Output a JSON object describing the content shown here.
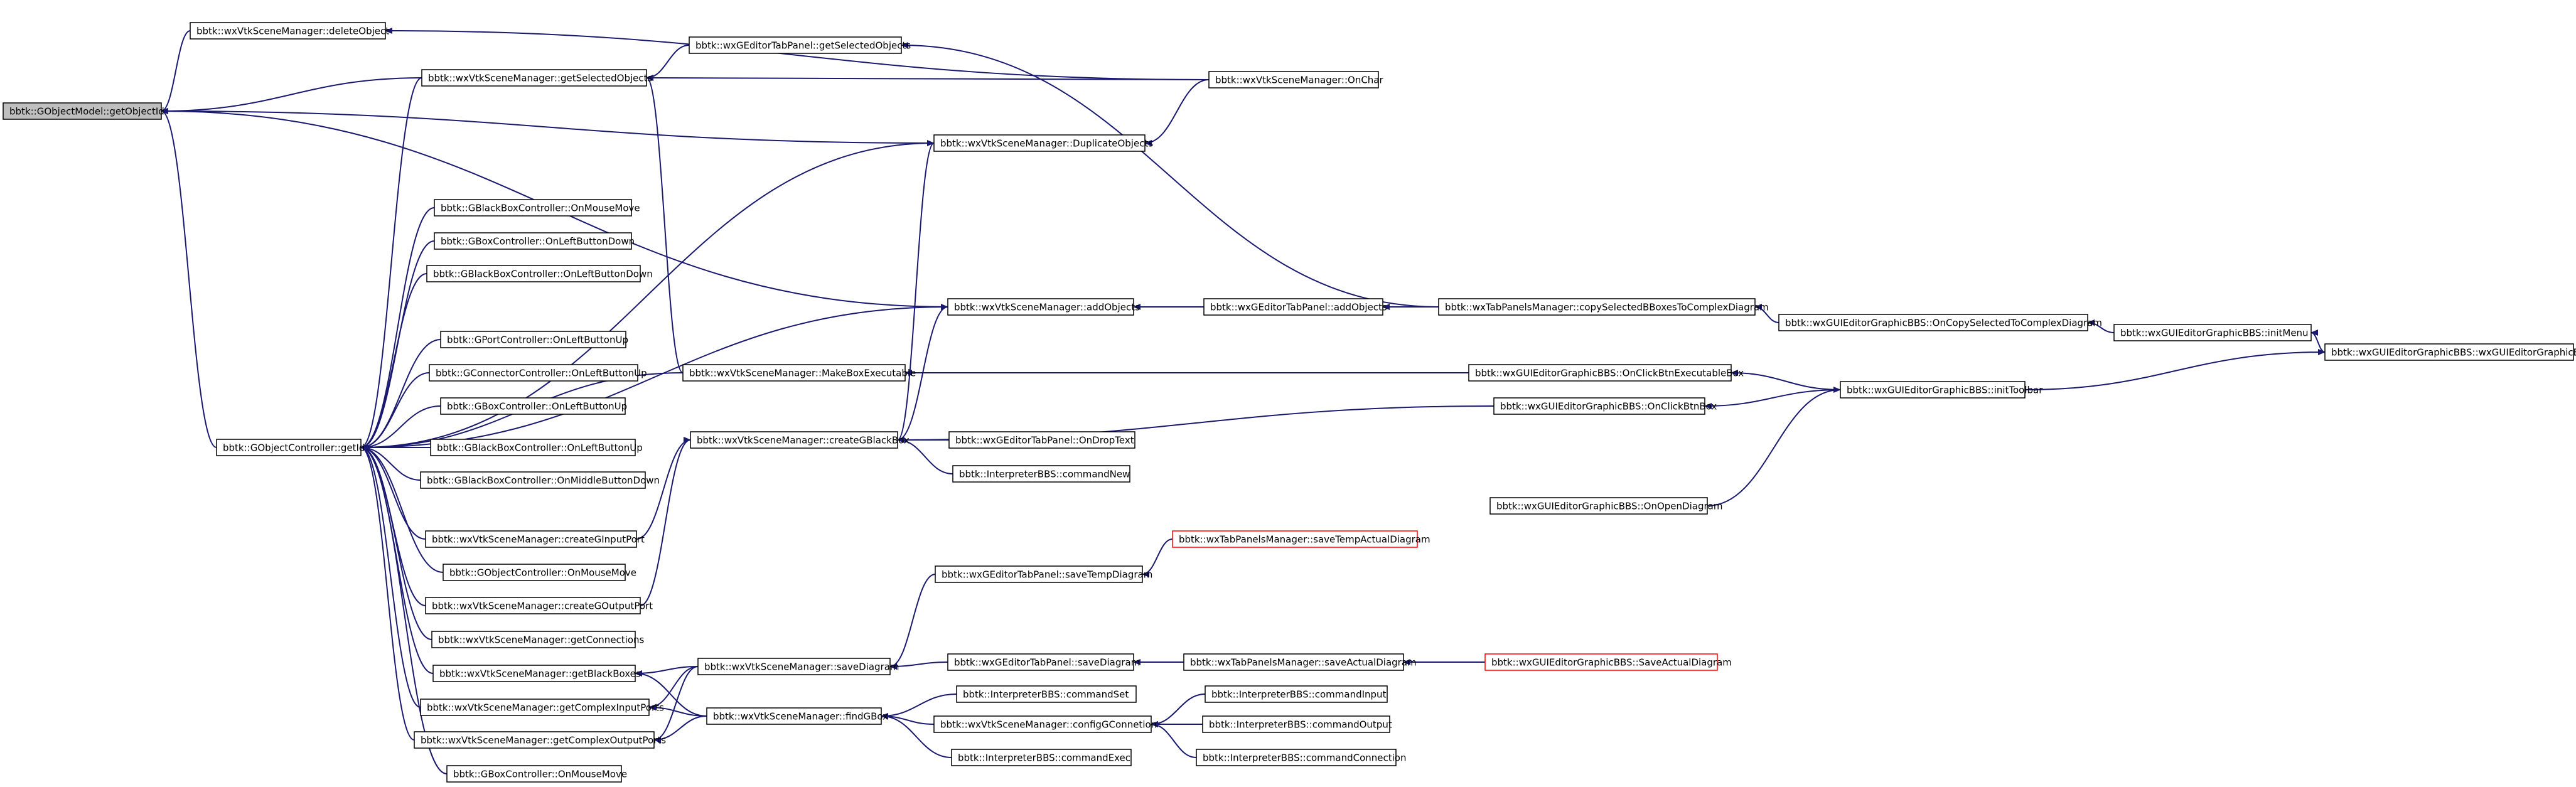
{
  "colors": {
    "edge": "#191970",
    "node_border": "#000000",
    "missing_border": "#ff0000",
    "focus_fill": "#bfbfbf"
  },
  "nodes": [
    {
      "id": "n0",
      "label": "bbtk::GObjectModel::getObjectId",
      "style": "focus"
    },
    {
      "id": "n1",
      "label": "bbtk::wxVtkSceneManager::deleteObject"
    },
    {
      "id": "n2",
      "label": "bbtk::wxVtkSceneManager::getSelectedObjects"
    },
    {
      "id": "n3",
      "label": "bbtk::wxGEditorTabPanel::getSelectedObjects"
    },
    {
      "id": "n4",
      "label": "bbtk::wxVtkSceneManager::OnChar"
    },
    {
      "id": "n5",
      "label": "bbtk::wxVtkSceneManager::DuplicateObjects"
    },
    {
      "id": "n6",
      "label": "bbtk::GBlackBoxController::OnMouseMove"
    },
    {
      "id": "n7",
      "label": "bbtk::GBoxController::OnLeftButtonDown"
    },
    {
      "id": "n8",
      "label": "bbtk::GBlackBoxController::OnLeftButtonDown"
    },
    {
      "id": "n9",
      "label": "bbtk::wxVtkSceneManager::addObjects"
    },
    {
      "id": "n10",
      "label": "bbtk::wxGEditorTabPanel::addObjects"
    },
    {
      "id": "n11",
      "label": "bbtk::wxTabPanelsManager::copySelectedBBoxesToComplexDiagram"
    },
    {
      "id": "n12",
      "label": "bbtk::wxGUIEditorGraphicBBS::OnCopySelectedToComplexDiagram"
    },
    {
      "id": "n13",
      "label": "bbtk::wxGUIEditorGraphicBBS::initMenu"
    },
    {
      "id": "n14",
      "label": "bbtk::wxGUIEditorGraphicBBS::wxGUIEditorGraphicBBS"
    },
    {
      "id": "n15",
      "label": "bbtk::GPortController::OnLeftButtonUp"
    },
    {
      "id": "n16",
      "label": "bbtk::wxVtkSceneManager::MakeBoxExecutable"
    },
    {
      "id": "n17",
      "label": "bbtk::wxGUIEditorGraphicBBS::OnClickBtnExecutableBox"
    },
    {
      "id": "n18",
      "label": "bbtk::GConnectorController::OnLeftButtonUp"
    },
    {
      "id": "n19",
      "label": "bbtk::wxGUIEditorGraphicBBS::OnClickBtnBox"
    },
    {
      "id": "n20",
      "label": "bbtk::wxGUIEditorGraphicBBS::initToolbar"
    },
    {
      "id": "n21",
      "label": "bbtk::GBoxController::OnLeftButtonUp"
    },
    {
      "id": "n22",
      "label": "bbtk::GObjectController::getId"
    },
    {
      "id": "n23",
      "label": "bbtk::wxVtkSceneManager::createGBlackBox"
    },
    {
      "id": "n24",
      "label": "bbtk::wxGEditorTabPanel::OnDropText"
    },
    {
      "id": "n25",
      "label": "bbtk::GBlackBoxController::OnLeftButtonUp"
    },
    {
      "id": "n26",
      "label": "bbtk::GBlackBoxController::OnMiddleButtonDown"
    },
    {
      "id": "n27",
      "label": "bbtk::InterpreterBBS::commandNew"
    },
    {
      "id": "n28",
      "label": "bbtk::wxGUIEditorGraphicBBS::OnOpenDiagram"
    },
    {
      "id": "n29",
      "label": "bbtk::wxVtkSceneManager::createGInputPort"
    },
    {
      "id": "n30",
      "label": "bbtk::wxTabPanelsManager::saveTempActualDiagram",
      "style": "missing"
    },
    {
      "id": "n31",
      "label": "bbtk::GObjectController::OnMouseMove"
    },
    {
      "id": "n32",
      "label": "bbtk::wxGEditorTabPanel::saveTempDiagram"
    },
    {
      "id": "n33",
      "label": "bbtk::wxVtkSceneManager::createGOutputPort"
    },
    {
      "id": "n34",
      "label": "bbtk::wxVtkSceneManager::getConnections"
    },
    {
      "id": "n35",
      "label": "bbtk::wxGEditorTabPanel::saveDiagram"
    },
    {
      "id": "n36",
      "label": "bbtk::wxTabPanelsManager::saveActualDiagram"
    },
    {
      "id": "n37",
      "label": "bbtk::wxGUIEditorGraphicBBS::SaveActualDiagram",
      "style": "missing"
    },
    {
      "id": "n38",
      "label": "bbtk::wxVtkSceneManager::getBlackBoxes"
    },
    {
      "id": "n39",
      "label": "bbtk::wxVtkSceneManager::saveDiagram"
    },
    {
      "id": "n40",
      "label": "bbtk::InterpreterBBS::commandSet"
    },
    {
      "id": "n41",
      "label": "bbtk::InterpreterBBS::commandInput"
    },
    {
      "id": "n42",
      "label": "bbtk::wxVtkSceneManager::getComplexInputPorts"
    },
    {
      "id": "n43",
      "label": "bbtk::wxVtkSceneManager::findGBox"
    },
    {
      "id": "n44",
      "label": "bbtk::wxVtkSceneManager::configGConnetion"
    },
    {
      "id": "n45",
      "label": "bbtk::InterpreterBBS::commandOutput"
    },
    {
      "id": "n46",
      "label": "bbtk::wxVtkSceneManager::getComplexOutputPorts"
    },
    {
      "id": "n47",
      "label": "bbtk::InterpreterBBS::commandExec"
    },
    {
      "id": "n48",
      "label": "bbtk::InterpreterBBS::commandConnection"
    },
    {
      "id": "n49",
      "label": "bbtk::GBoxController::OnMouseMove"
    }
  ],
  "edges": [
    [
      "n1",
      "n0"
    ],
    [
      "n2",
      "n0"
    ],
    [
      "n5",
      "n0"
    ],
    [
      "n9",
      "n0"
    ],
    [
      "n22",
      "n0"
    ],
    [
      "n4",
      "n1"
    ],
    [
      "n3",
      "n2"
    ],
    [
      "n4",
      "n2"
    ],
    [
      "n16",
      "n2"
    ],
    [
      "n11",
      "n3"
    ],
    [
      "n4",
      "n5"
    ],
    [
      "n2",
      "n22"
    ],
    [
      "n5",
      "n22"
    ],
    [
      "n6",
      "n22"
    ],
    [
      "n7",
      "n22"
    ],
    [
      "n8",
      "n22"
    ],
    [
      "n9",
      "n22"
    ],
    [
      "n15",
      "n22"
    ],
    [
      "n18",
      "n22"
    ],
    [
      "n21",
      "n22"
    ],
    [
      "n25",
      "n22"
    ],
    [
      "n26",
      "n22"
    ],
    [
      "n16",
      "n22"
    ],
    [
      "n29",
      "n22"
    ],
    [
      "n31",
      "n22"
    ],
    [
      "n33",
      "n22"
    ],
    [
      "n34",
      "n22"
    ],
    [
      "n38",
      "n22"
    ],
    [
      "n42",
      "n22"
    ],
    [
      "n46",
      "n22"
    ],
    [
      "n49",
      "n22"
    ],
    [
      "n10",
      "n9"
    ],
    [
      "n11",
      "n10"
    ],
    [
      "n12",
      "n11"
    ],
    [
      "n13",
      "n12"
    ],
    [
      "n14",
      "n13"
    ],
    [
      "n20",
      "n14"
    ],
    [
      "n17",
      "n16"
    ],
    [
      "n20",
      "n17"
    ],
    [
      "n19",
      "n23"
    ],
    [
      "n20",
      "n19"
    ],
    [
      "n28",
      "n20"
    ],
    [
      "n23",
      "n5"
    ],
    [
      "n23",
      "n9"
    ],
    [
      "n24",
      "n23"
    ],
    [
      "n27",
      "n23"
    ],
    [
      "n29",
      "n23"
    ],
    [
      "n33",
      "n23"
    ],
    [
      "n30",
      "n32"
    ],
    [
      "n32",
      "n39"
    ],
    [
      "n35",
      "n39"
    ],
    [
      "n36",
      "n35"
    ],
    [
      "n37",
      "n36"
    ],
    [
      "n39",
      "n38"
    ],
    [
      "n39",
      "n42"
    ],
    [
      "n39",
      "n46"
    ],
    [
      "n43",
      "n38"
    ],
    [
      "n43",
      "n42"
    ],
    [
      "n43",
      "n46"
    ],
    [
      "n40",
      "n43"
    ],
    [
      "n44",
      "n43"
    ],
    [
      "n47",
      "n43"
    ],
    [
      "n41",
      "n44"
    ],
    [
      "n45",
      "n44"
    ],
    [
      "n48",
      "n44"
    ]
  ]
}
